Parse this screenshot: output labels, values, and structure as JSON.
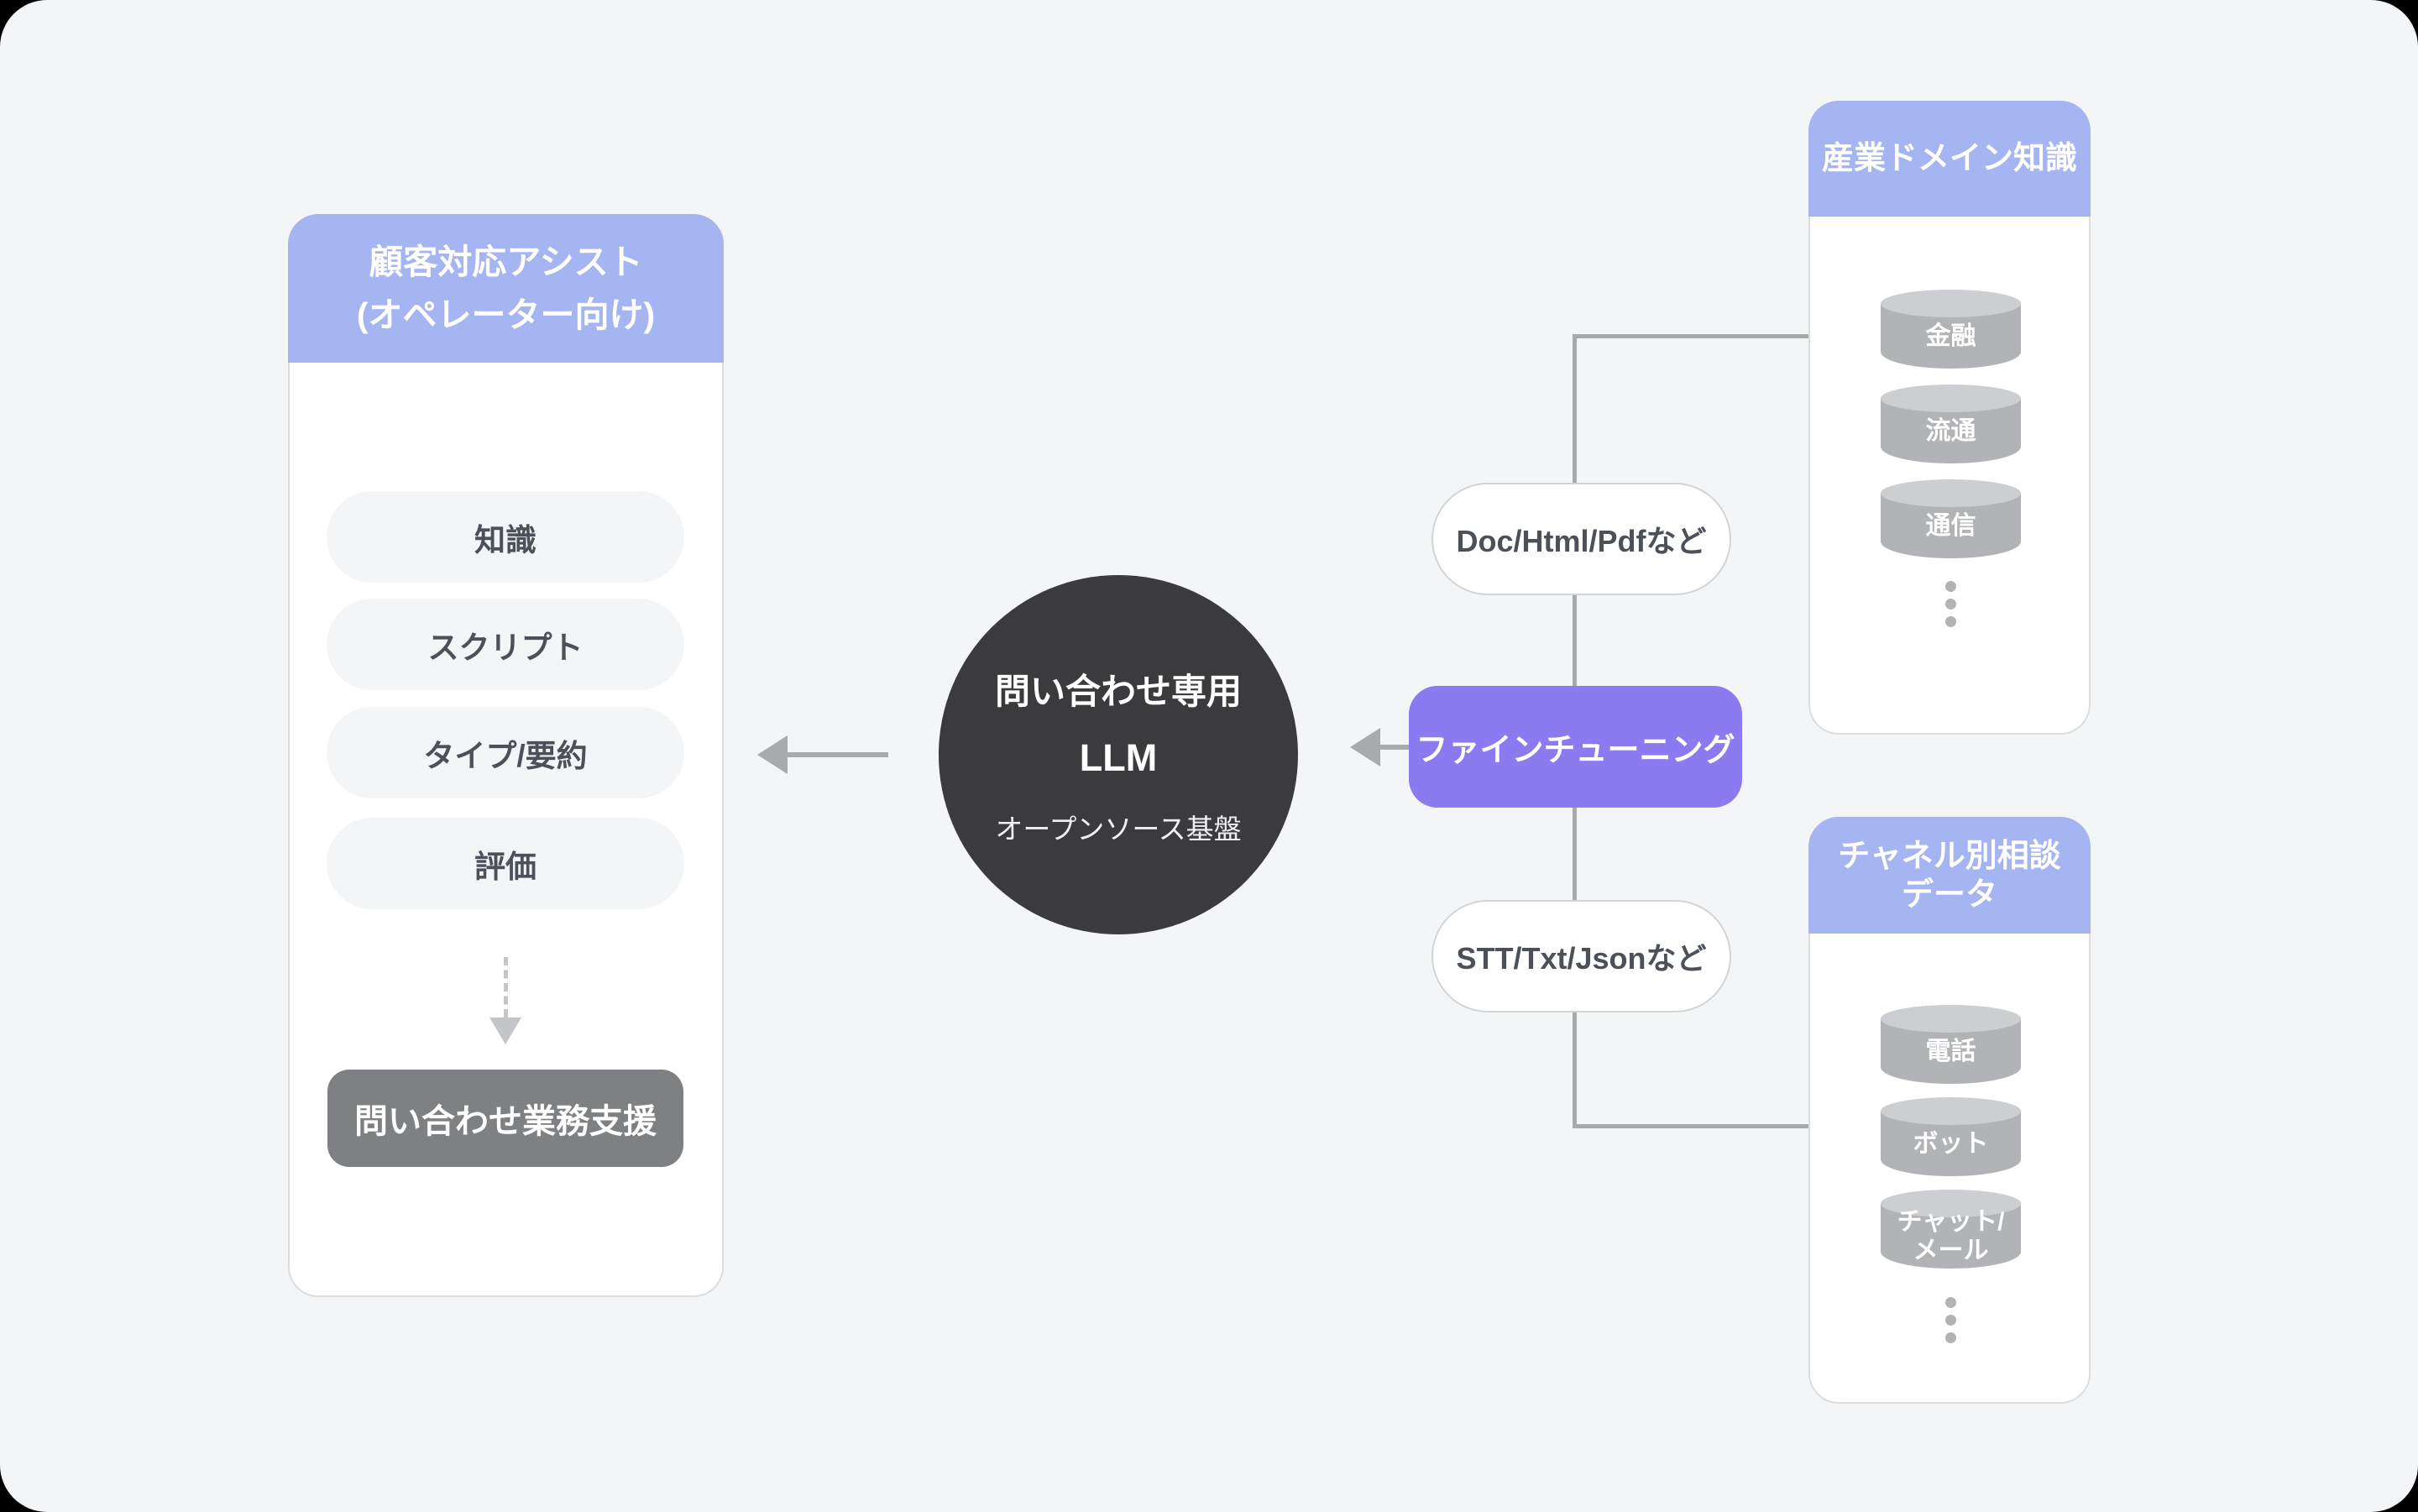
{
  "diagram": {
    "left_panel": {
      "title_line1": "顧客対応アシスト",
      "title_line2": "(オペレーター向け)",
      "pills": [
        "知識",
        "スクリプト",
        "タイプ/要約",
        "評価"
      ],
      "footer_box": "問い合わせ業務支援"
    },
    "llm_circle": {
      "line1": "問い合わせ専用",
      "line2": "LLM",
      "line3": "オープンソース基盤"
    },
    "finetune_label": "ファインチューニング",
    "doc_pill_label": "Doc/Html/Pdfなど",
    "stt_pill_label": "STT/Txt/Jsonなど",
    "industry_panel": {
      "title": "産業ドメイン知識",
      "cylinders": [
        [
          "金融"
        ],
        [
          "流通"
        ],
        [
          "通信"
        ]
      ]
    },
    "channel_panel": {
      "title_line1": "チャネル別相談",
      "title_line2": "データ",
      "cylinders": [
        [
          "電話"
        ],
        [
          "ボット"
        ],
        [
          "チャット/",
          "メール"
        ]
      ]
    }
  },
  "colors": {
    "bg": "#f4f5f6",
    "panel": "#ffffff",
    "panel_border": "#dcdde0",
    "header_blue": "#a4b5f1",
    "purple": "#8b7af0",
    "circle_dark": "#3b3b3d",
    "box_gray": "#7f8084",
    "pill_gray": "#f4f5f7",
    "pill_border": "#d3d4d8",
    "cyl_body": "#b2b3b6",
    "cyl_top": "#cdced1",
    "line_gray": "#a8a9ad",
    "arrow_gray": "#a9aaae",
    "dash_gray": "#c4c5c9",
    "text_dark": "#4c5058"
  }
}
